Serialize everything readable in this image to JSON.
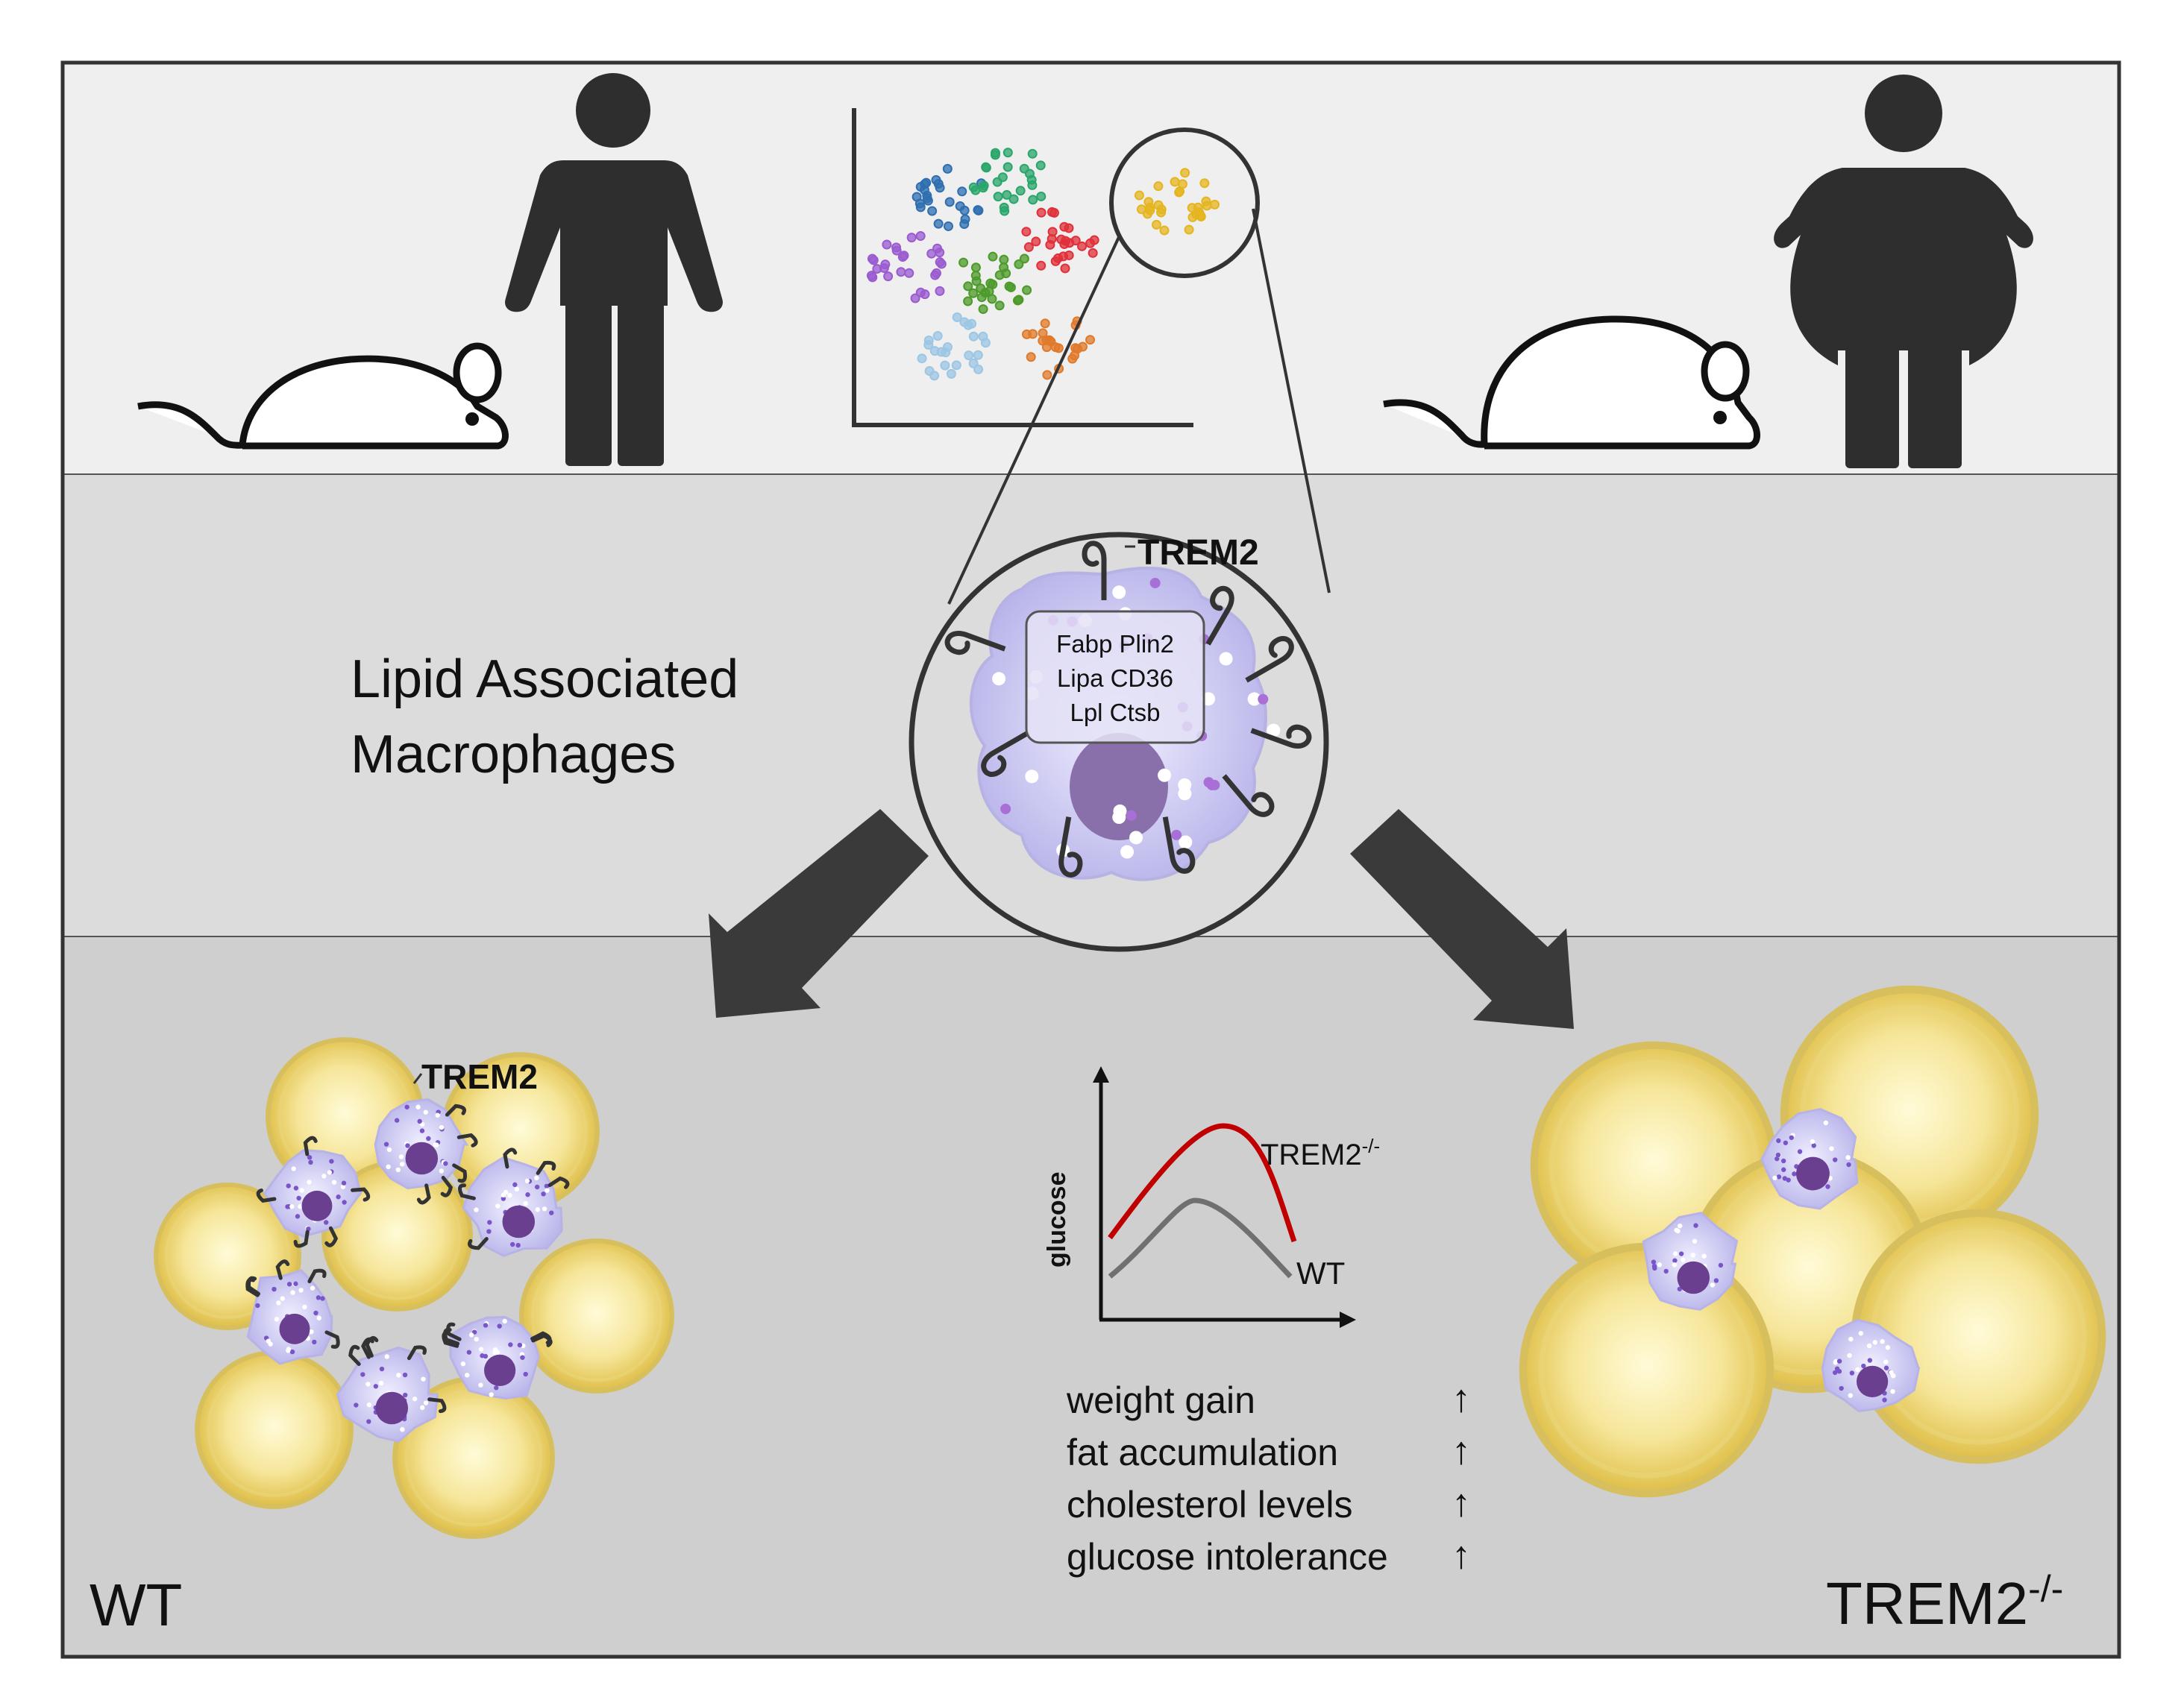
{
  "colors": {
    "top_panel": "#efefef",
    "middle_panel": "#dcdcdc",
    "bottom_panel": "#cfcfcf",
    "silhouette": "#2e2e2e",
    "adipocyte": "#e6c84e",
    "macrophage": "#c9c6f0",
    "nucleus": "#6b3f90",
    "trem2_curve": "#c00000",
    "wt_curve": "#707070"
  },
  "top": {
    "lean_mouse": "lean-mouse-icon",
    "lean_human": "lean-human-icon",
    "obese_mouse": "obese-mouse-icon",
    "obese_human": "obese-human-icon",
    "cluster_plot": "single-cell-cluster-plot"
  },
  "middle": {
    "lam_line1": "Lipid Associated",
    "lam_line2": "Macrophages",
    "trem2_label": "TREM2",
    "genes": [
      "Fabp Plin2",
      "Lipa CD36",
      "Lpl Ctsb"
    ]
  },
  "bottom": {
    "wt_trem2_label": "TREM2",
    "wt_label": "WT",
    "ko_label_base": "TREM2",
    "ko_label_sup": "-/-",
    "graph": {
      "ylabel": "glucose",
      "curve_ko_base": "TREM2",
      "curve_ko_sup": "-/-",
      "curve_wt": "WT"
    },
    "effects": [
      {
        "label": "weight gain",
        "arrow": "↑"
      },
      {
        "label": "fat accumulation",
        "arrow": "↑"
      },
      {
        "label": "cholesterol levels",
        "arrow": "↑"
      },
      {
        "label": "glucose intolerance",
        "arrow": "↑"
      }
    ]
  }
}
